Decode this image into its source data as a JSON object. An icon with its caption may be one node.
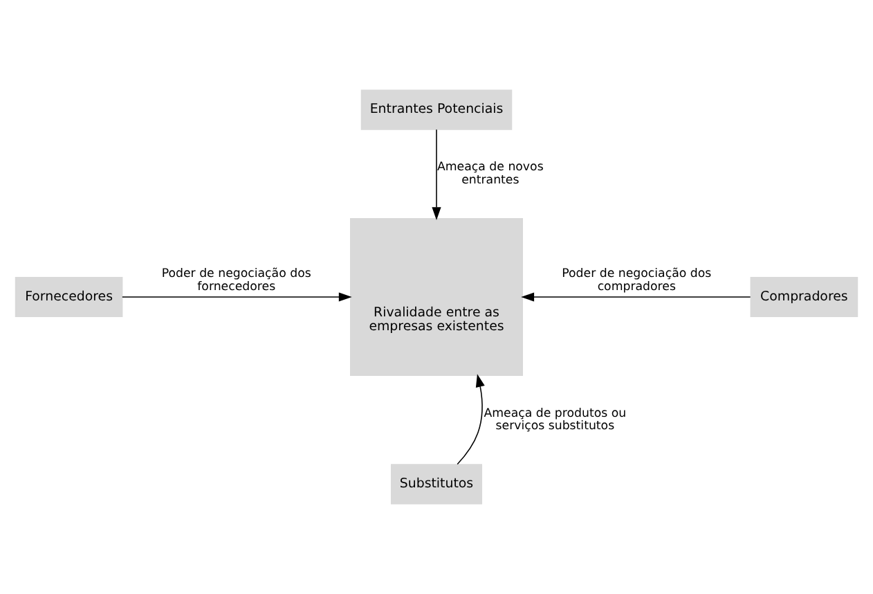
{
  "diagram": {
    "nodes": [
      {
        "text": [
          "Entrantes Potenciais"
        ]
      },
      {
        "text": [
          "Fornecedores"
        ]
      },
      {
        "text": [
          "Rivalidade entre as empresas existentes"
        ]
      },
      {
        "text": [
          "Compradores"
        ]
      },
      {
        "text": [
          "Substitutos"
        ]
      }
    ],
    "edges": [
      {
        "from": 0,
        "to": 2,
        "arrow": "to",
        "label": "Ameaça de novos entrantes"
      },
      {
        "from": 1,
        "to": 2,
        "arrow": "to",
        "label": "Poder de negociação dos fornecedores"
      },
      {
        "from": 3,
        "to": 2,
        "arrow": "to",
        "label": "Poder de negociação dos compradores"
      },
      {
        "from": 4,
        "to": 2,
        "arrow": "to",
        "label": "Ameaça de produtos ou serviços substitutos"
      }
    ]
  }
}
